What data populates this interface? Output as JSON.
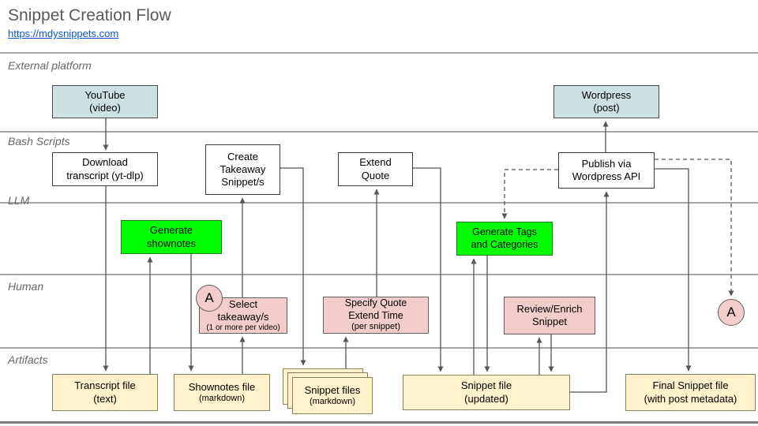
{
  "header": {
    "title": "Snippet Creation Flow",
    "url": "https://mdysnippets.com"
  },
  "lanes": [
    {
      "label": "External platform"
    },
    {
      "label": "Bash Scripts"
    },
    {
      "label": "LLM"
    },
    {
      "label": "Human"
    },
    {
      "label": "Artifacts"
    }
  ],
  "nodes": {
    "youtube": {
      "line1": "YouTube",
      "line2": "(video)"
    },
    "wordpress": {
      "line1": "Wordpress",
      "line2": "(post)"
    },
    "download_transcript": {
      "line1": "Download",
      "line2": "transcript (yt-dlp)"
    },
    "create_takeaway": {
      "line1": "Create",
      "line2": "Takeaway",
      "line3": "Snippet/s"
    },
    "extend_quote": {
      "line1": "Extend",
      "line2": "Quote"
    },
    "publish": {
      "line1": "Publish via",
      "line2": "Wordpress API"
    },
    "generate_shownotes": {
      "line1": "Generate",
      "line2": "shownotes"
    },
    "generate_tags": {
      "line1": "Generate Tags",
      "line2": "and Categories"
    },
    "select_takeaway": {
      "line1": "Select",
      "line2": "takeaway/s",
      "line3": "(1 or more per video)"
    },
    "specify_quote": {
      "line1": "Specify Quote",
      "line2": "Extend Time",
      "line3": "(per snippet)"
    },
    "review_enrich": {
      "line1": "Review/Enrich",
      "line2": "Snippet"
    },
    "transcript_file": {
      "line1": "Transcript file",
      "line2": "(text)"
    },
    "shownotes_file": {
      "line1": "Shownotes file",
      "line2": "(markdown)"
    },
    "snippet_files": {
      "line1": "Snippet files",
      "line2": "(markdown)"
    },
    "snippet_file_updated": {
      "line1": "Snippet file",
      "line2": "(updated)"
    },
    "final_snippet_file": {
      "line1": "Final Snippet file",
      "line2": "(with post metadata)"
    },
    "connector_a_left": {
      "label": "A"
    },
    "connector_a_right": {
      "label": "A"
    }
  },
  "colors": {
    "external_platform_fill": "#cfe0e3",
    "llm_fill": "#00ff00",
    "human_fill": "#f4cccc",
    "artifact_fill": "#fff2cc",
    "link": "#1155cc",
    "connector": "#555555"
  }
}
